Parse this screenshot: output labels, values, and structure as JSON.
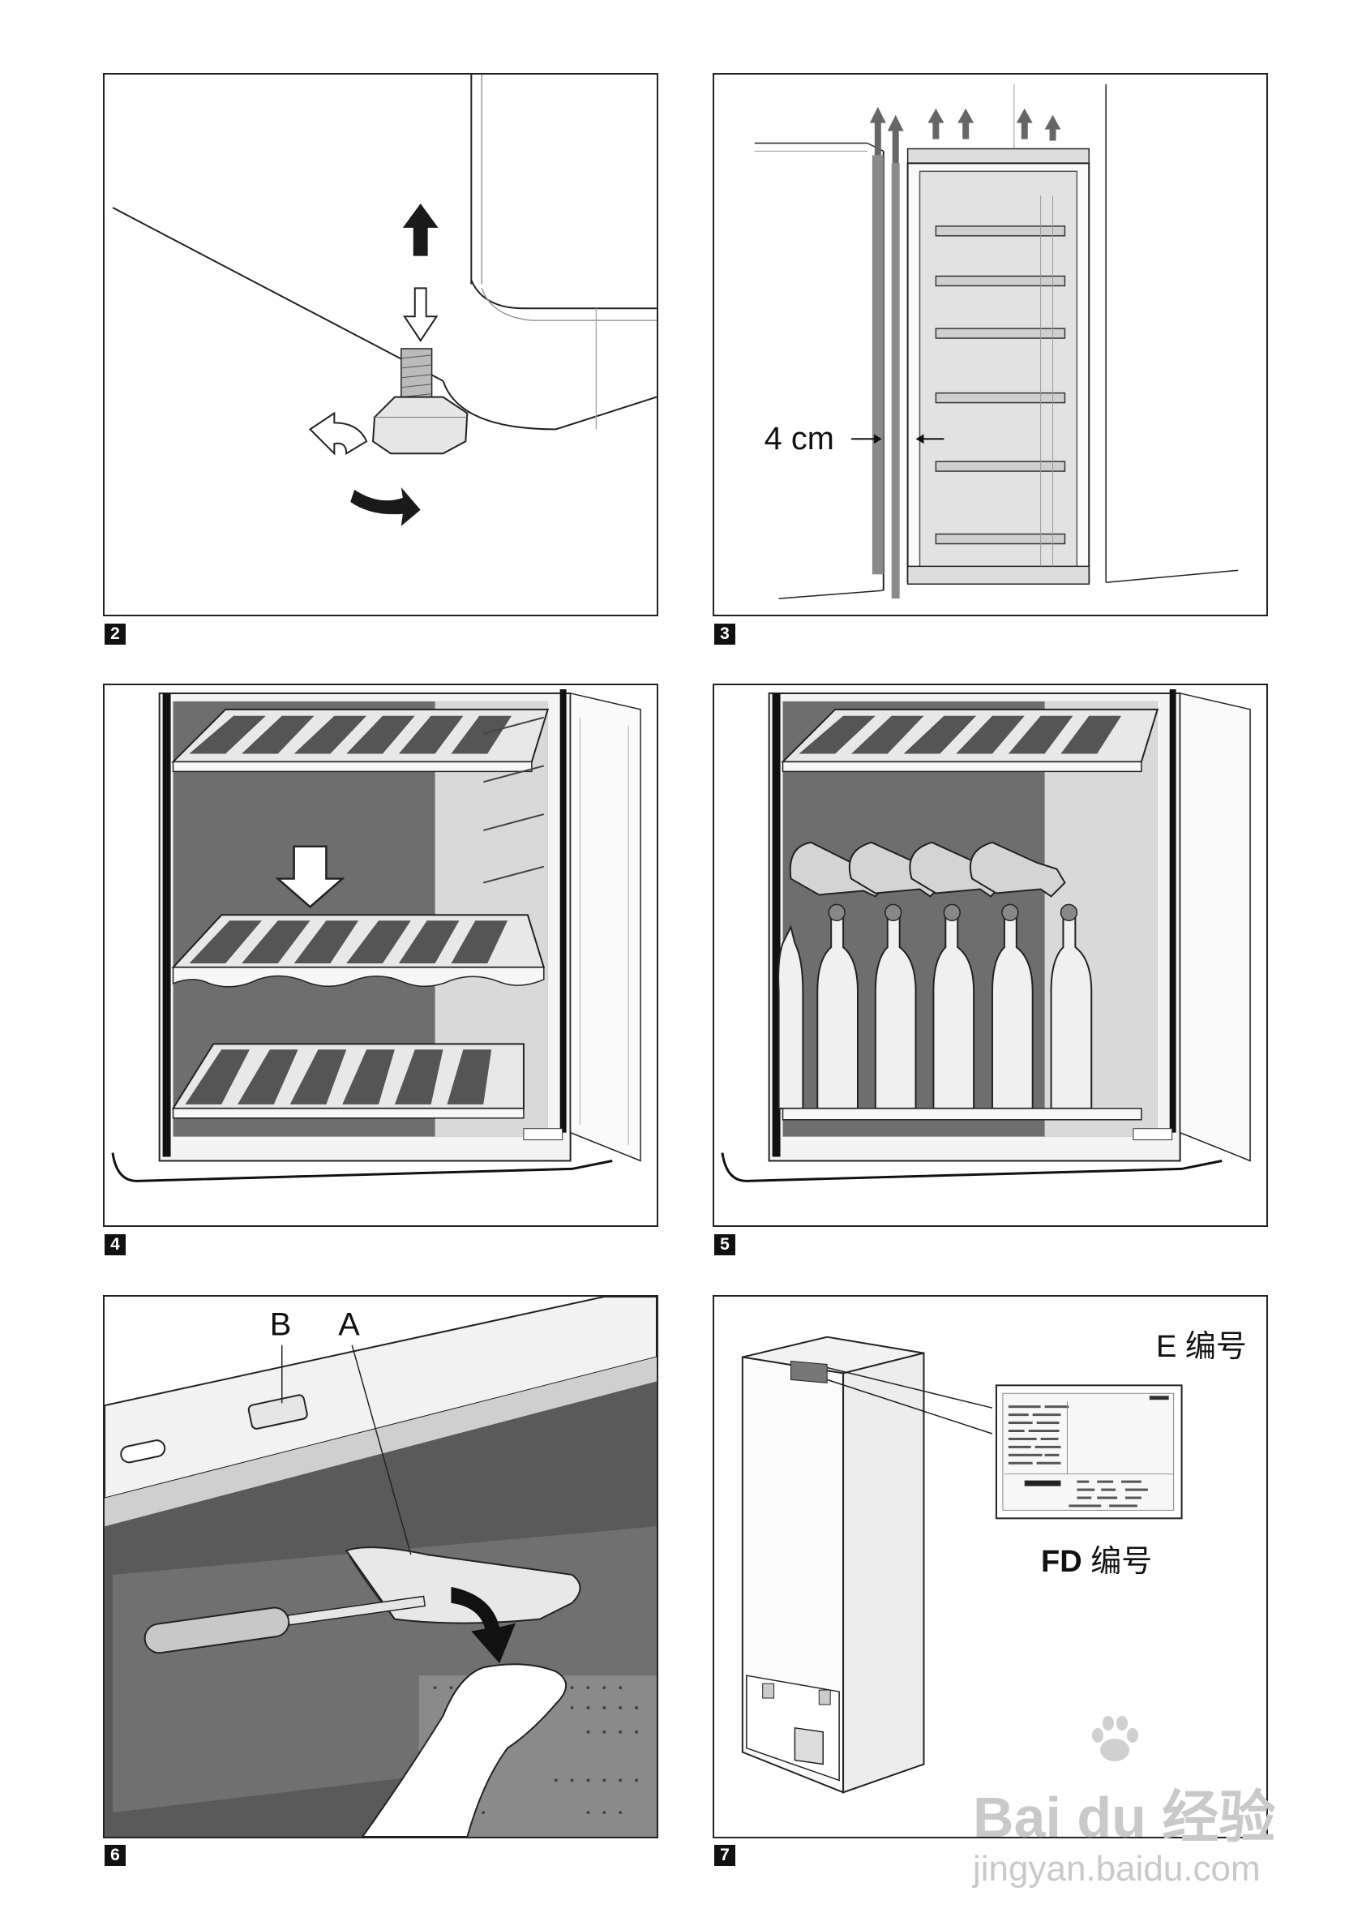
{
  "figures": [
    {
      "number": "2"
    },
    {
      "number": "3",
      "measure_label": "4 cm"
    },
    {
      "number": "4"
    },
    {
      "number": "5"
    },
    {
      "number": "6",
      "label_b": "B",
      "label_a": "A"
    },
    {
      "number": "7",
      "label_e": "E 编号",
      "label_fd_bold": "FD",
      "label_fd_rest": " 编号"
    }
  ],
  "watermark": {
    "brand": "Bai du 经验",
    "url": "jingyan.baidu.com"
  }
}
